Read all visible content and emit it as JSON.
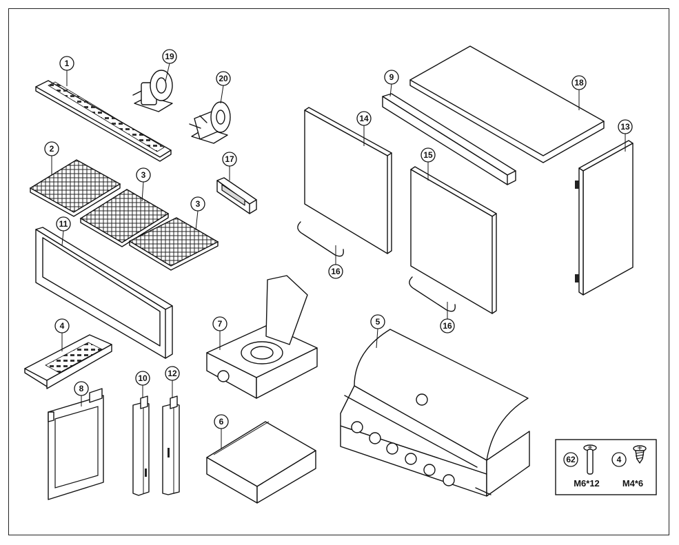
{
  "parts": [
    {
      "label": "1"
    },
    {
      "label": "19"
    },
    {
      "label": "20"
    },
    {
      "label": "2"
    },
    {
      "label": "3"
    },
    {
      "label": "3"
    },
    {
      "label": "17"
    },
    {
      "label": "11"
    },
    {
      "label": "9"
    },
    {
      "label": "18"
    },
    {
      "label": "14"
    },
    {
      "label": "15"
    },
    {
      "label": "13"
    },
    {
      "label": "16"
    },
    {
      "label": "16"
    },
    {
      "label": "4"
    },
    {
      "label": "7"
    },
    {
      "label": "5"
    },
    {
      "label": "8"
    },
    {
      "label": "10"
    },
    {
      "label": "12"
    },
    {
      "label": "6"
    }
  ],
  "hardware": {
    "screw_a": {
      "qty": "62",
      "size": "M6*12"
    },
    "screw_b": {
      "qty": "4",
      "size": "M4*6"
    }
  }
}
